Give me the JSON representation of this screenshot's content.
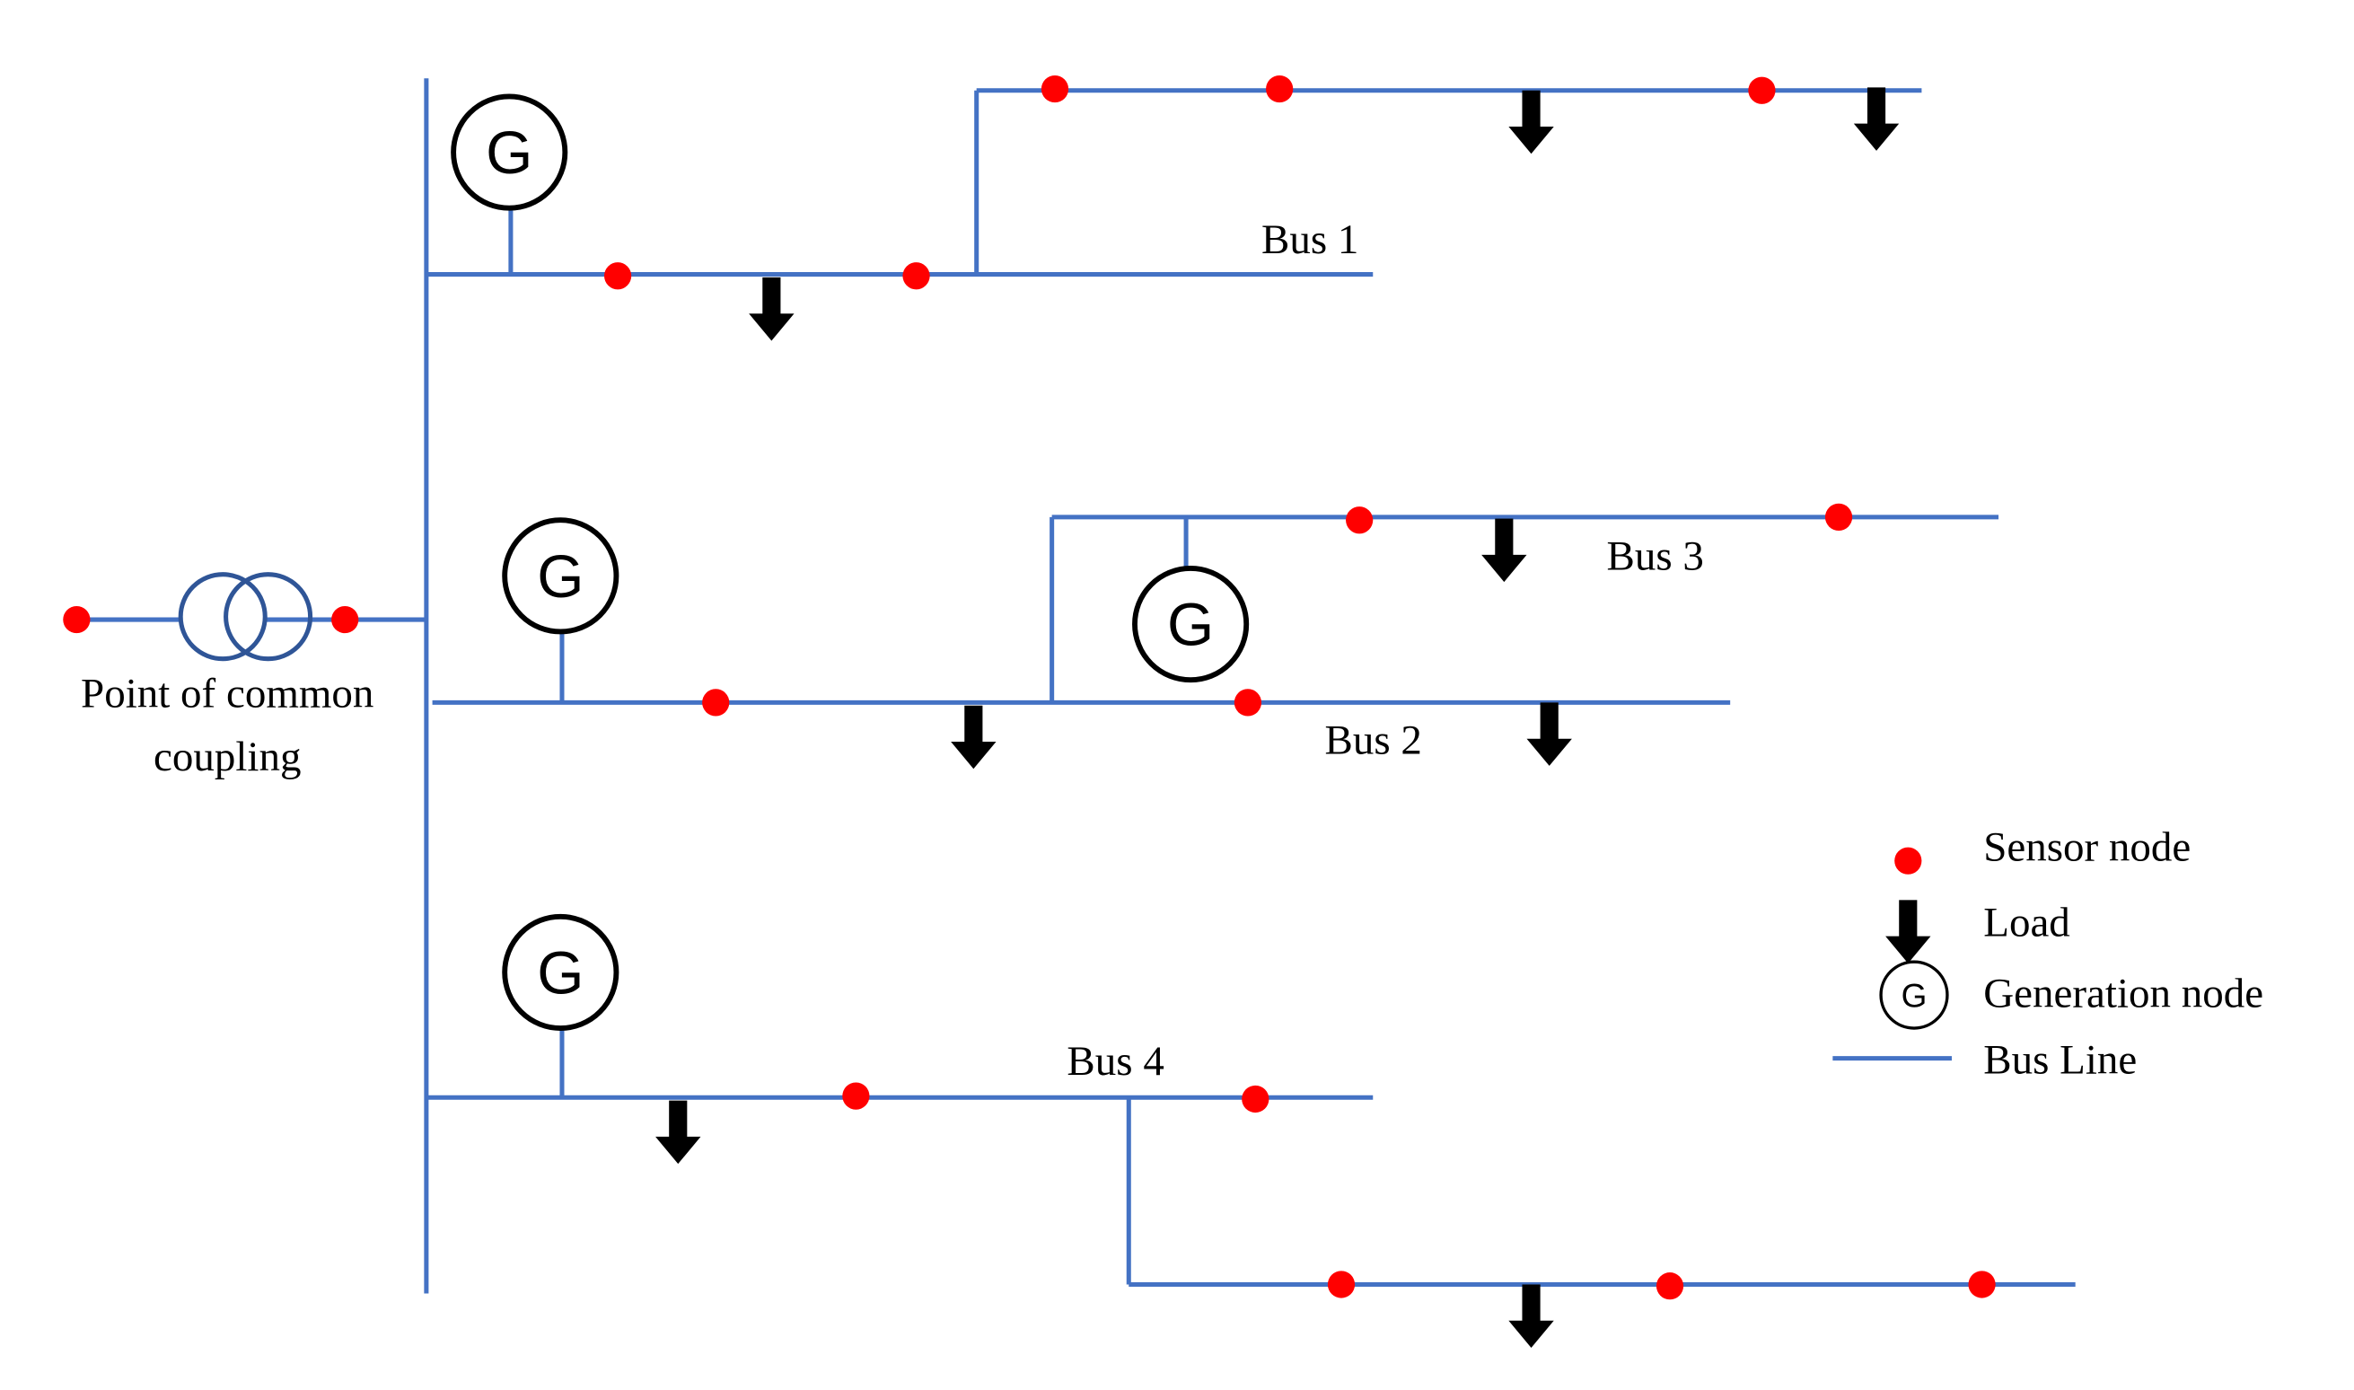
{
  "colors": {
    "bus_line": "#4472c4",
    "sensor": "#ff0000",
    "load": "#000000",
    "generator_stroke": "#000000",
    "transformer": "#2f5597",
    "text": "#000000"
  },
  "labels": {
    "bus1": "Bus 1",
    "bus2": "Bus 2",
    "bus3": "Bus 3",
    "bus4": "Bus 4",
    "pcc_line1": "Point of common",
    "pcc_line2": "coupling",
    "generator_symbol": "G"
  },
  "legend": {
    "items": [
      {
        "label": "Sensor node",
        "icon": "sensor-dot-icon"
      },
      {
        "label": "Load",
        "icon": "load-arrow-icon"
      },
      {
        "label": "Generation node",
        "icon": "generator-icon"
      },
      {
        "label": "Bus Line",
        "icon": "bus-line-icon"
      }
    ]
  }
}
